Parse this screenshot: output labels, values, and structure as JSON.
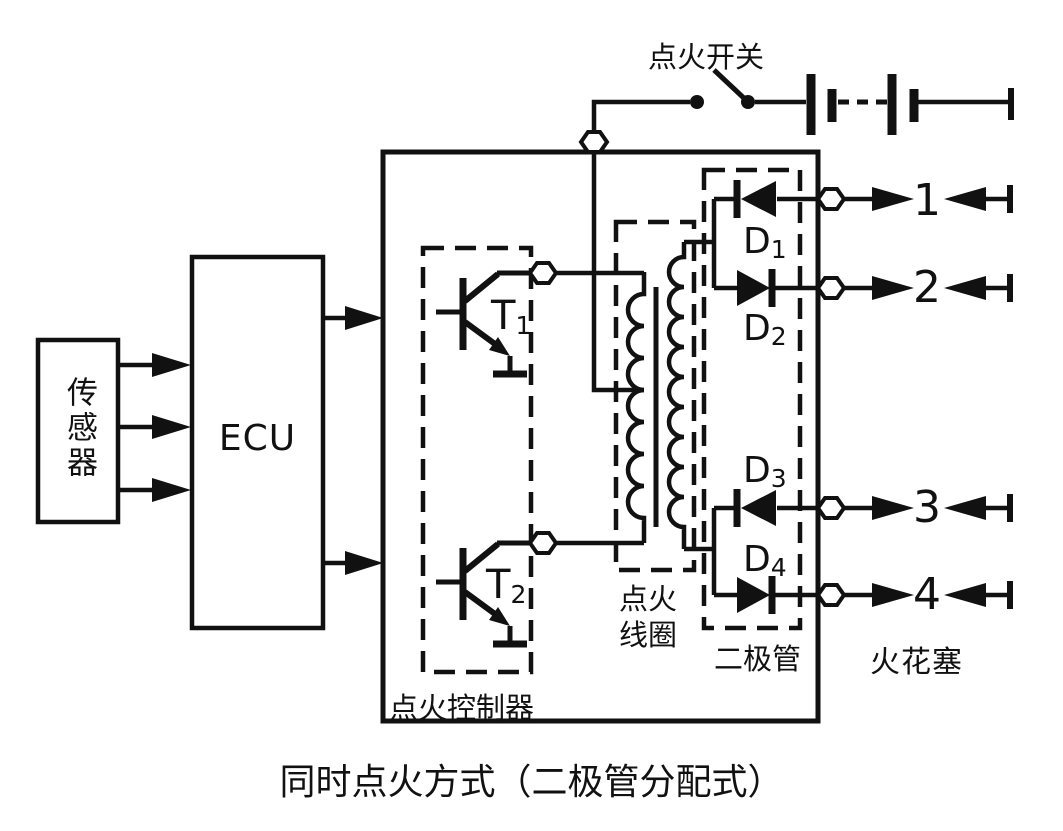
{
  "colors": {
    "line": "#111111",
    "background": "#ffffff"
  },
  "title": "同时点火方式（二极管分配式）",
  "top": {
    "ignition_switch_label": "点火开关"
  },
  "blocks": {
    "sensor": {
      "label": "传感器"
    },
    "ecu": {
      "label": "ECU"
    },
    "controller": {
      "label": "点火控制器"
    },
    "coil": {
      "label_line1": "点火",
      "label_line2": "线圈"
    },
    "diode_group": {
      "label": "二极管"
    },
    "spark_plugs": {
      "label": "火花塞"
    }
  },
  "transistors": [
    {
      "name": "T1",
      "main": "T",
      "sub": "1"
    },
    {
      "name": "T2",
      "main": "T",
      "sub": "2"
    }
  ],
  "diodes": [
    {
      "name": "D1",
      "main": "D",
      "sub": "1"
    },
    {
      "name": "D2",
      "main": "D",
      "sub": "2"
    },
    {
      "name": "D3",
      "main": "D",
      "sub": "3"
    },
    {
      "name": "D4",
      "main": "D",
      "sub": "4"
    }
  ],
  "spark_plug_numbers": [
    "1",
    "2",
    "3",
    "4"
  ]
}
